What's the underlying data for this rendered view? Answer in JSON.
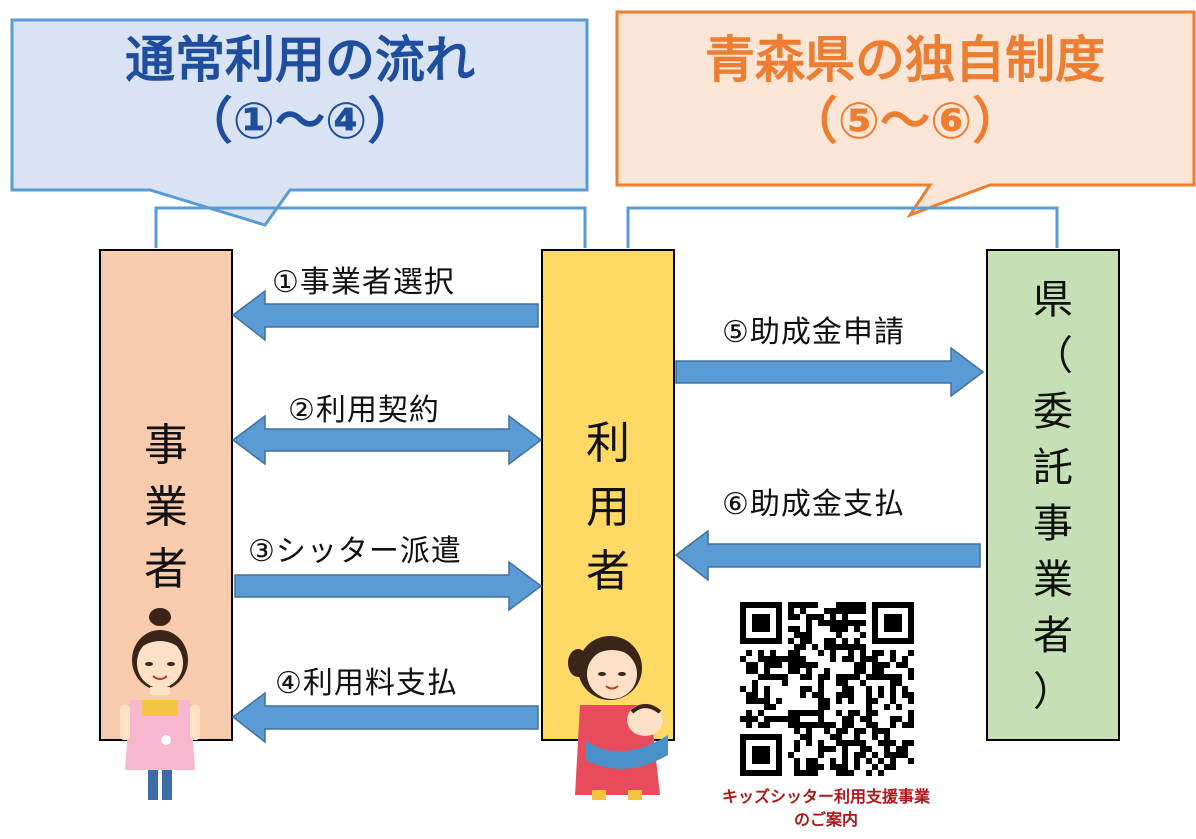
{
  "callouts": {
    "left": {
      "line1": "通常利用の流れ",
      "line2": "（①～④）"
    },
    "right": {
      "line1": "青森県の独自制度",
      "line2": "（⑤～⑥）"
    }
  },
  "entities": {
    "provider": {
      "chars": [
        "事",
        "業",
        "者"
      ]
    },
    "user": {
      "chars": [
        "利",
        "用",
        "者"
      ]
    },
    "prefecture": {
      "chars": [
        "県",
        "（",
        "委",
        "託",
        "事",
        "業",
        "者",
        "）"
      ]
    }
  },
  "flows": {
    "step1": "①事業者選択",
    "step2": "②利用契約",
    "step3": "③シッター派遣",
    "step4": "④利用料支払",
    "step5": "⑤助成金申請",
    "step6": "⑥助成金支払"
  },
  "qr": {
    "caption_line1": "キッズシッター利用支援事業",
    "caption_line2": "のご案内"
  },
  "colors": {
    "left_callout_fill": "#dae3f3",
    "left_callout_border": "#5b9bd5",
    "left_text": "#1f4e9e",
    "right_callout_fill": "#fbe5d6",
    "right_callout_border": "#ed7d31",
    "right_text": "#ed7d31",
    "provider_box": "#f8cbad",
    "user_box": "#ffd966",
    "prefecture_box": "#c5e0b4",
    "arrow_fill": "#5b9bd5",
    "arrow_stroke": "#41719c",
    "bracket": "#5b9bd5",
    "caption": "#b01818"
  }
}
